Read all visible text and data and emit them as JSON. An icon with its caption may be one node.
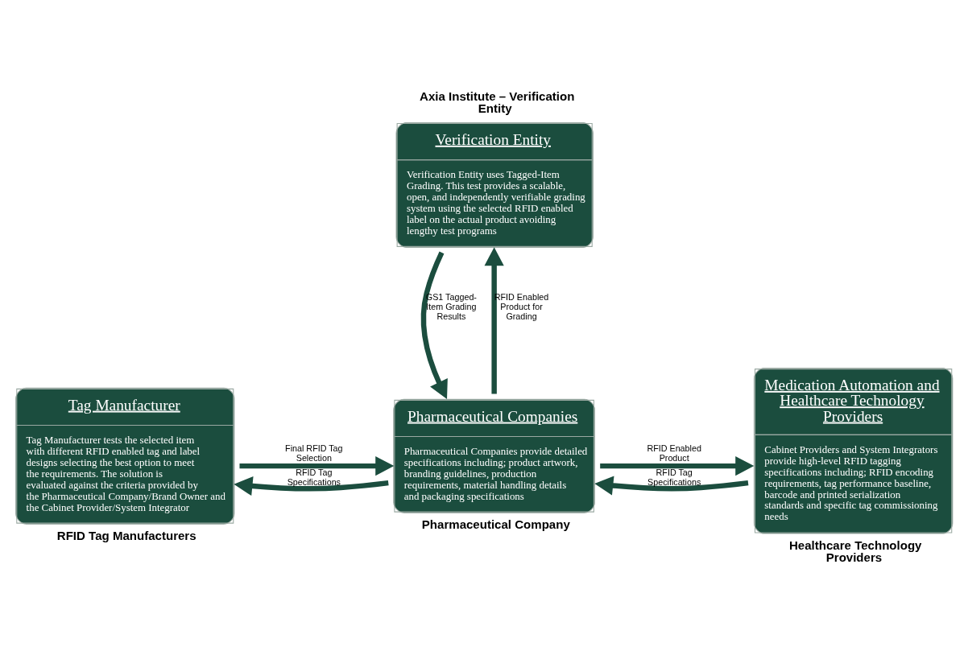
{
  "diagram": {
    "nodes": [
      {
        "text": [
          "Verification Entity",
          "Verification Entity uses Tagged-Item Grading. This test provides a scalable, open, and independently verifiable grading system using the selected RFID enabled label on the actual product avoiding lengthy test programs"
        ],
        "beside": [
          "Axia Institute – Verification Entity"
        ]
      },
      {
        "text": [
          "Pharmaceutical Companies",
          "Pharmaceutical Companies provide detailed specifications including; product artwork, branding guidelines, production requirements, material handling details and packaging specifications"
        ],
        "beside": [
          "Pharmaceutical Company"
        ]
      },
      {
        "text": [
          "Tag Manufacturer",
          "Tag Manufacturer tests the selected item with different RFID enabled tag and label designs selecting the best option to meet the requirements. The solution is evaluated against the criteria provided by the Pharmaceutical Company/Brand Owner and the Cabinet Provider/System Integrator"
        ],
        "beside": [
          "RFID Tag Manufacturers"
        ]
      },
      {
        "text": [
          "Medication Automation and Healthcare Technology Providers",
          "Cabinet Providers and System Integrators provide high-level RFID tagging specifications including; RFID encoding requirements, tag performance baseline, barcode and printed serialization standards and specific tag commissioning needs"
        ],
        "beside": [
          "Healthcare Technology Providers"
        ]
      }
    ],
    "edges": [
      {
        "from": 1,
        "to": 0,
        "arrow": "to",
        "label": "RFID Enabled Product for Grading"
      },
      {
        "from": 0,
        "to": 1,
        "arrow": "to",
        "label": "GS1 Tagged-Item Grading Results"
      },
      {
        "from": 1,
        "to": 2,
        "arrow": "to",
        "label": "RFID Tag Specifications"
      },
      {
        "from": 2,
        "to": 1,
        "arrow": "to",
        "label": "Final RFID Tag Selection"
      },
      {
        "from": 3,
        "to": 1,
        "arrow": "to",
        "label": "RFID Tag Specifications"
      },
      {
        "from": 1,
        "to": 3,
        "arrow": "to",
        "label": "RFID Enabled Product"
      }
    ]
  }
}
